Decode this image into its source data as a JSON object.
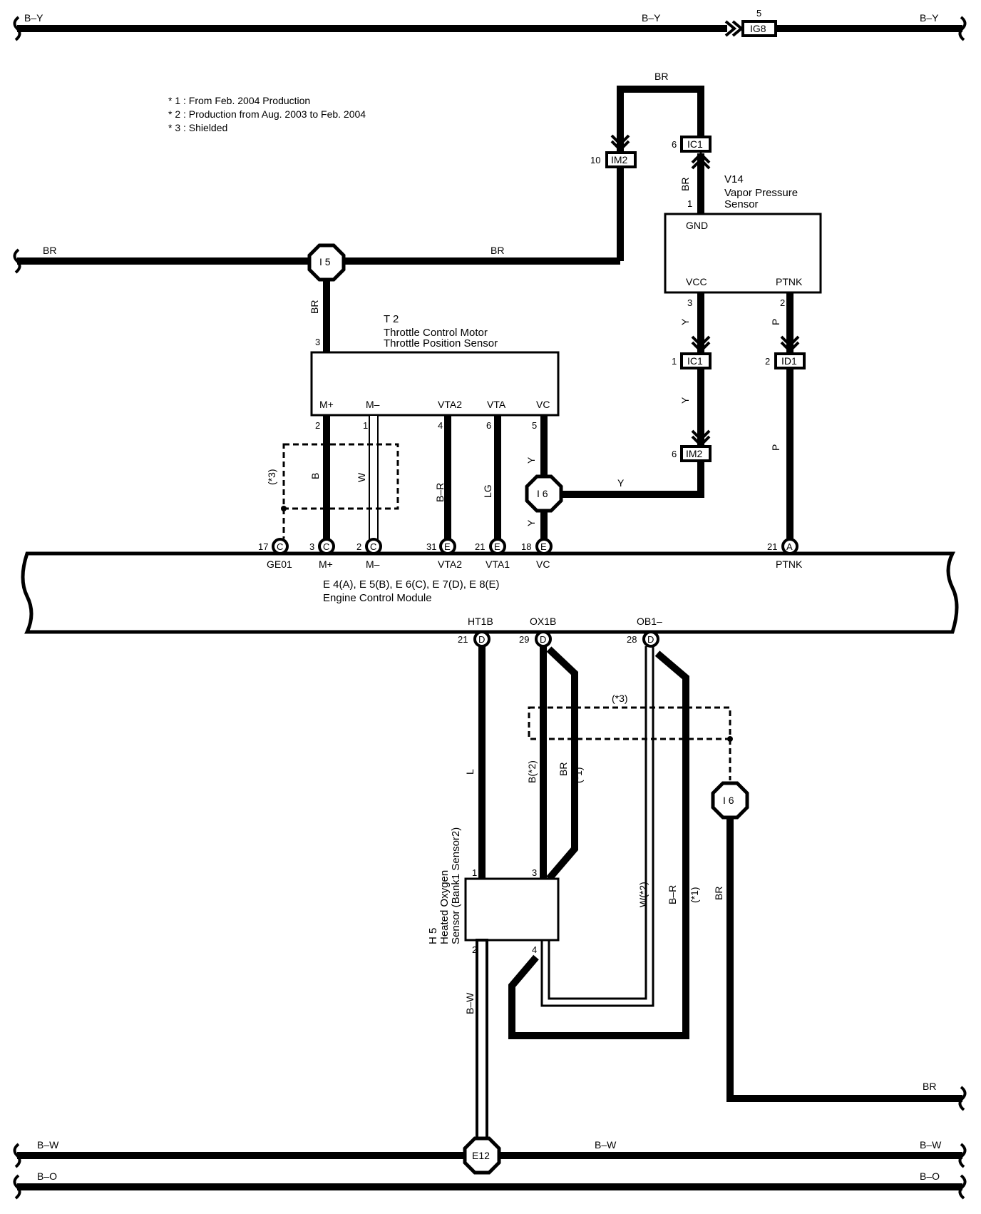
{
  "notes": [
    "* 1 : From Feb. 2004 Production",
    "* 2 : Production from Aug. 2003 to Feb. 2004",
    "* 3 : Shielded"
  ],
  "bus": {
    "top_left": "B–Y",
    "top_mid": "B–Y",
    "top_right": "B–Y",
    "bw_left": "B–W",
    "bw_mid": "B–W",
    "bw_right": "B–W",
    "bo_left": "B–O",
    "bo_right": "B–O",
    "br_left": "BR",
    "br_mid": "BR",
    "br_bottom_right": "BR"
  },
  "connectors": {
    "ig8": {
      "name": "IG8",
      "pin": "5"
    },
    "im2_top": {
      "name": "IM2",
      "pin": "10"
    },
    "ic1_top": {
      "name": "IC1",
      "pin": "6"
    },
    "ic1_mid": {
      "name": "IC1",
      "pin": "1"
    },
    "id1": {
      "name": "ID1",
      "pin": "2"
    },
    "im2_mid": {
      "name": "IM2",
      "pin": "6"
    }
  },
  "junctions": {
    "i5": "I 5",
    "i6_upper": "I 6",
    "i6_lower": "I 6",
    "e12": "E12"
  },
  "components": {
    "v14": {
      "id": "V14",
      "name_line1": "Vapor Pressure",
      "name_line2": "Sensor",
      "gnd": "GND",
      "vcc": "VCC",
      "ptnk": "PTNK",
      "pin_gnd": "1",
      "pin_vcc": "3",
      "pin_ptnk": "2"
    },
    "t2": {
      "id": "T 2",
      "name_line1": "Throttle Control Motor",
      "name_line2": "Throttle Position Sensor",
      "pins": [
        "M+",
        "M–",
        "VTA2",
        "VTA",
        "VC"
      ],
      "pin_nums": [
        "2",
        "1",
        "4",
        "6",
        "5"
      ],
      "top_pin": "3"
    },
    "ecm": {
      "line1": "E 4(A), E 5(B), E 6(C), E 7(D), E 8(E)",
      "line2": "Engine Control Module"
    },
    "h5": {
      "id": "H 5",
      "name_line1": "Heated Oxygen",
      "name_line2": "Sensor (Bank1 Sensor2)",
      "pin1": "1",
      "pin2": "2",
      "pin3": "3",
      "pin4": "4"
    }
  },
  "ecm_top_pins": [
    {
      "num": "17",
      "conn": "C",
      "label": "GE01"
    },
    {
      "num": "3",
      "conn": "C",
      "label": "M+"
    },
    {
      "num": "2",
      "conn": "C",
      "label": "M–"
    },
    {
      "num": "31",
      "conn": "E",
      "label": "VTA2"
    },
    {
      "num": "21",
      "conn": "E",
      "label": "VTA1"
    },
    {
      "num": "18",
      "conn": "E",
      "label": "VC"
    },
    {
      "num": "21",
      "conn": "A",
      "label": "PTNK"
    }
  ],
  "ecm_bottom_pins": [
    {
      "num": "21",
      "conn": "D",
      "label": "HT1B"
    },
    {
      "num": "29",
      "conn": "D",
      "label": "OX1B"
    },
    {
      "num": "28",
      "conn": "D",
      "label": "OB1–"
    }
  ],
  "wire_colors": {
    "br_v14": "BR",
    "br_i5": "BR",
    "y_vcc": "Y",
    "p_ptnk": "P",
    "y_ic1_im2": "Y",
    "p_id1": "P",
    "y_vc_top": "Y",
    "y_i6": "Y",
    "y_vc_bot": "Y",
    "b_m": "B",
    "w_m": "W",
    "br_vta2": "B–R",
    "lg_vta": "LG",
    "shield_top": "(*3)",
    "shield_bot": "(*3)",
    "l_ht": "L",
    "b2": "B(*2)",
    "br1": "BR",
    "note1a": "(*1)",
    "w2": "W(*2)",
    "br_ob": "B–R",
    "note1b": "(*1)",
    "br_i6": "BR",
    "bw_h5": "B–W"
  }
}
